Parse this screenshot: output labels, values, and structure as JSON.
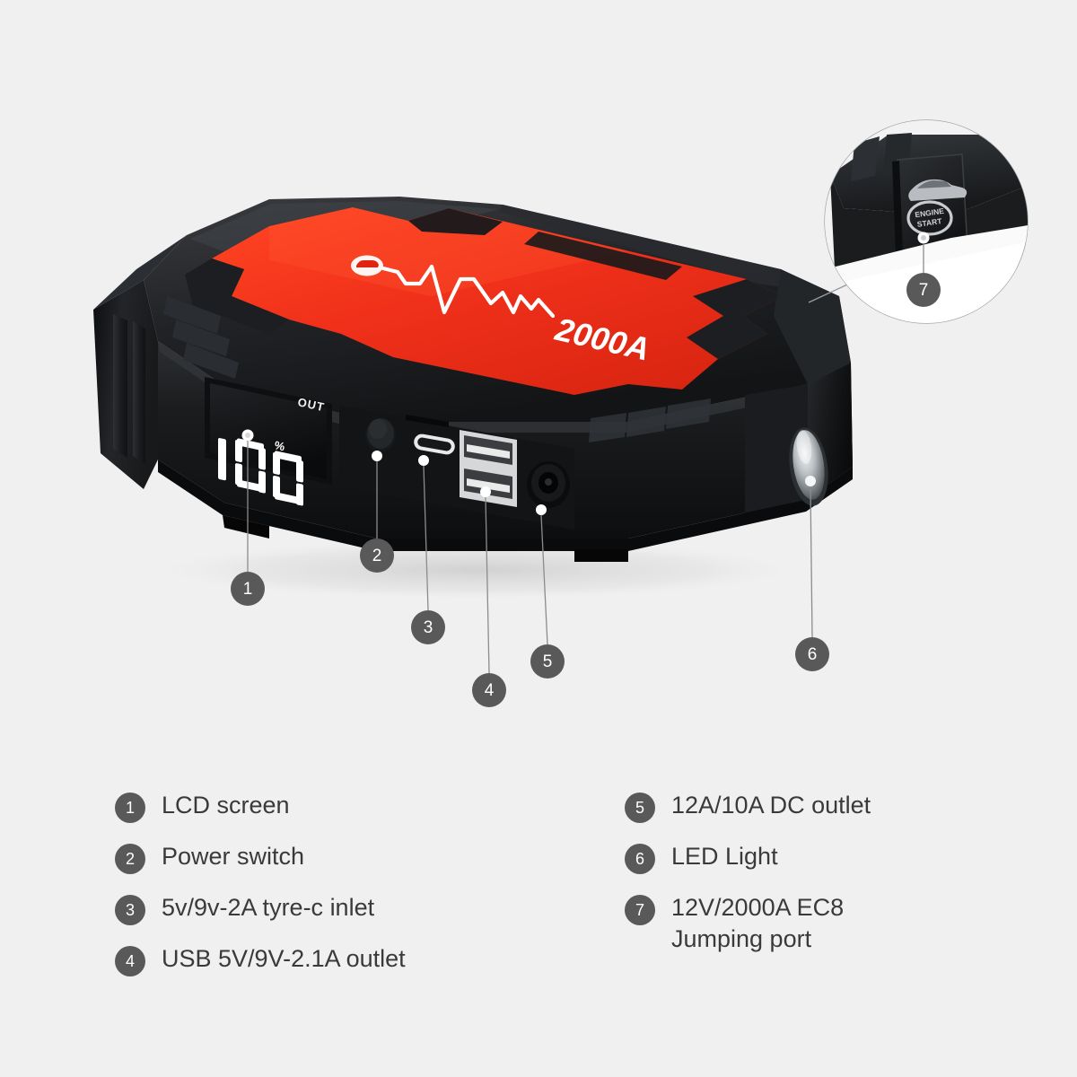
{
  "page": {
    "background_color": "#f0f0f0",
    "accent_red": "#f0301a",
    "bubble_gray": "#595959",
    "text_color": "#3a3a3a"
  },
  "product": {
    "name": "car-jump-starter",
    "body_color": "#1d1d1f",
    "panel_color": "#f0301a",
    "top_panel": {
      "amperage_label": "2000A",
      "graphic": "ecg-heartbeat-line",
      "badge": "car-badge-icon"
    },
    "lcd": {
      "value": "100",
      "unit": "%",
      "mode_label": "OUT"
    },
    "ports": [
      {
        "name": "power-button"
      },
      {
        "name": "usb-c-port"
      },
      {
        "name": "usb-a-port-upper"
      },
      {
        "name": "usb-a-port-lower"
      },
      {
        "name": "dc-barrel-jack"
      }
    ],
    "led_light": {
      "name": "led-lens"
    }
  },
  "inset": {
    "name": "ec8-jumping-port-detail",
    "flap_badge": {
      "car_icon": "car-silhouette-icon",
      "emblem_line1": "ENGINE",
      "emblem_line2": "START"
    },
    "callout_number": "7"
  },
  "callouts": [
    {
      "id": "1",
      "label": "1",
      "target": "lcd-screen"
    },
    {
      "id": "2",
      "label": "2",
      "target": "power-switch"
    },
    {
      "id": "3",
      "label": "3",
      "target": "usb-c-inlet"
    },
    {
      "id": "4",
      "label": "4",
      "target": "usb-outlet"
    },
    {
      "id": "5",
      "label": "5",
      "target": "dc-outlet"
    },
    {
      "id": "6",
      "label": "6",
      "target": "led-light"
    },
    {
      "id": "7",
      "label": "7",
      "target": "ec8-jumping-port"
    }
  ],
  "legend": {
    "left": [
      {
        "num": "1",
        "text": "LCD screen"
      },
      {
        "num": "2",
        "text": "Power switch"
      },
      {
        "num": "3",
        "text": "5v/9v-2A tyre-c inlet"
      },
      {
        "num": "4",
        "text": "USB 5V/9V-2.1A outlet"
      }
    ],
    "right": [
      {
        "num": "5",
        "text": "12A/10A DC outlet"
      },
      {
        "num": "6",
        "text": "LED Light"
      },
      {
        "num": "7",
        "text": "12V/2000A EC8\nJumping port"
      }
    ]
  }
}
